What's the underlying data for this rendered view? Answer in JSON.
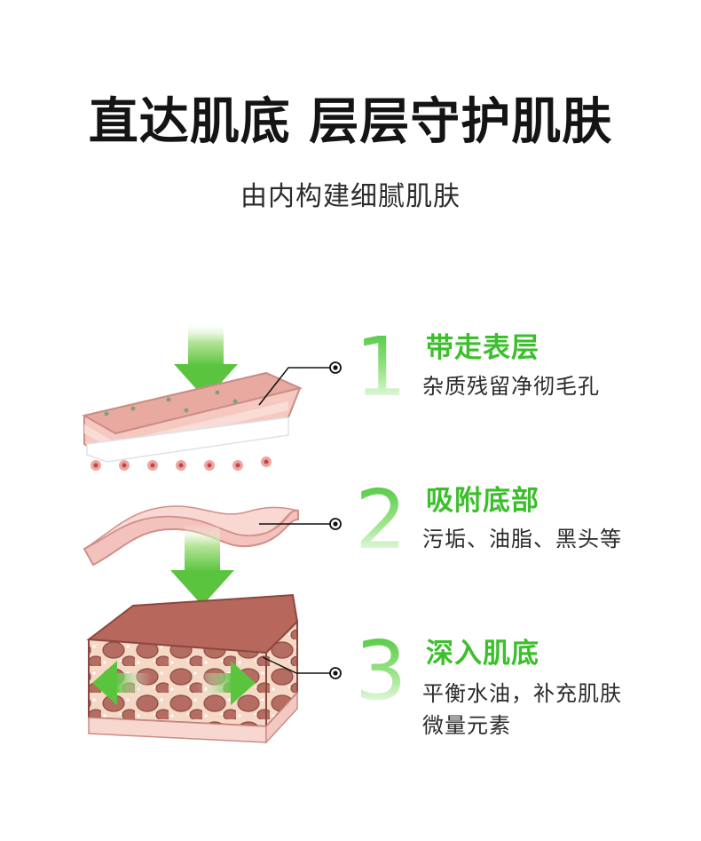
{
  "header": {
    "title": "直达肌底 层层守护肌肤",
    "subtitle": "由内构建细腻肌肤"
  },
  "steps": [
    {
      "number": "1",
      "title": "带走表层",
      "desc_lines": [
        "杂质残留净彻毛孔"
      ]
    },
    {
      "number": "2",
      "title": "吸附底部",
      "desc_lines": [
        "污垢、油脂、黑头等"
      ]
    },
    {
      "number": "3",
      "title": "深入肌底",
      "desc_lines": [
        "平衡水油，补充肌肤",
        "微量元素"
      ]
    }
  ],
  "colors": {
    "accent_green": "#3bbf2b",
    "skin_pink": "#f2b8b2",
    "tissue_brown": "#b96a5e"
  }
}
